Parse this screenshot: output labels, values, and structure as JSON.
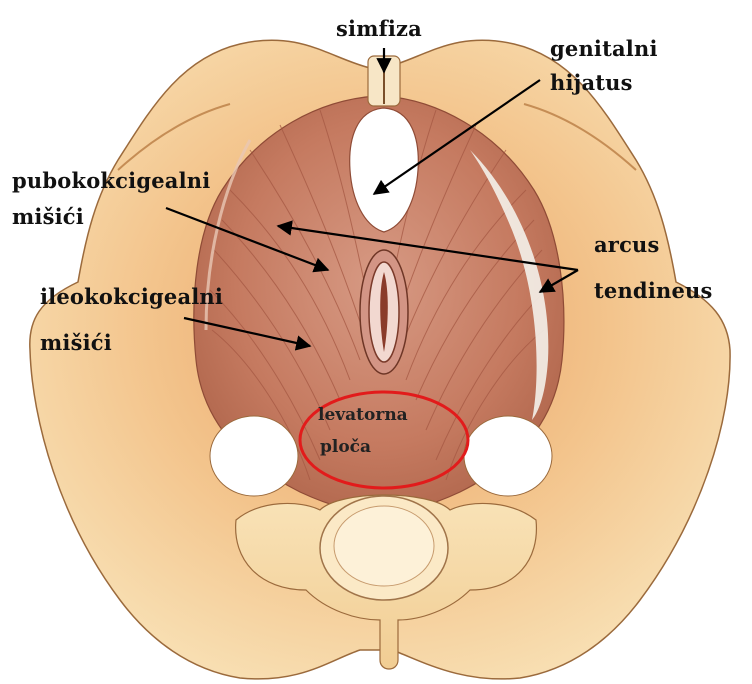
{
  "labels": {
    "symphysis": "simfiza",
    "genital_hiatus_line1": "genitalni",
    "genital_hiatus_line2": "hijatus",
    "pubococcygeal_line1": "pubokokcigealni",
    "pubococcygeal_line2": "mišići",
    "iliococcygeal_line1": "ileokokcigealni",
    "iliococcygeal_line2": "mišići",
    "arcus_line1": "arcus",
    "arcus_line2": "tendineus",
    "levator_plate_line1": "levatorna",
    "levator_plate_line2": "ploča"
  },
  "colors": {
    "bone": "#f6d8a4",
    "bone_shadow": "#e9a866",
    "muscle": "#c9826a",
    "muscle_fiber": "#a85a45",
    "highlight_ellipse": "#e21b1b",
    "arrow": "#000000"
  }
}
